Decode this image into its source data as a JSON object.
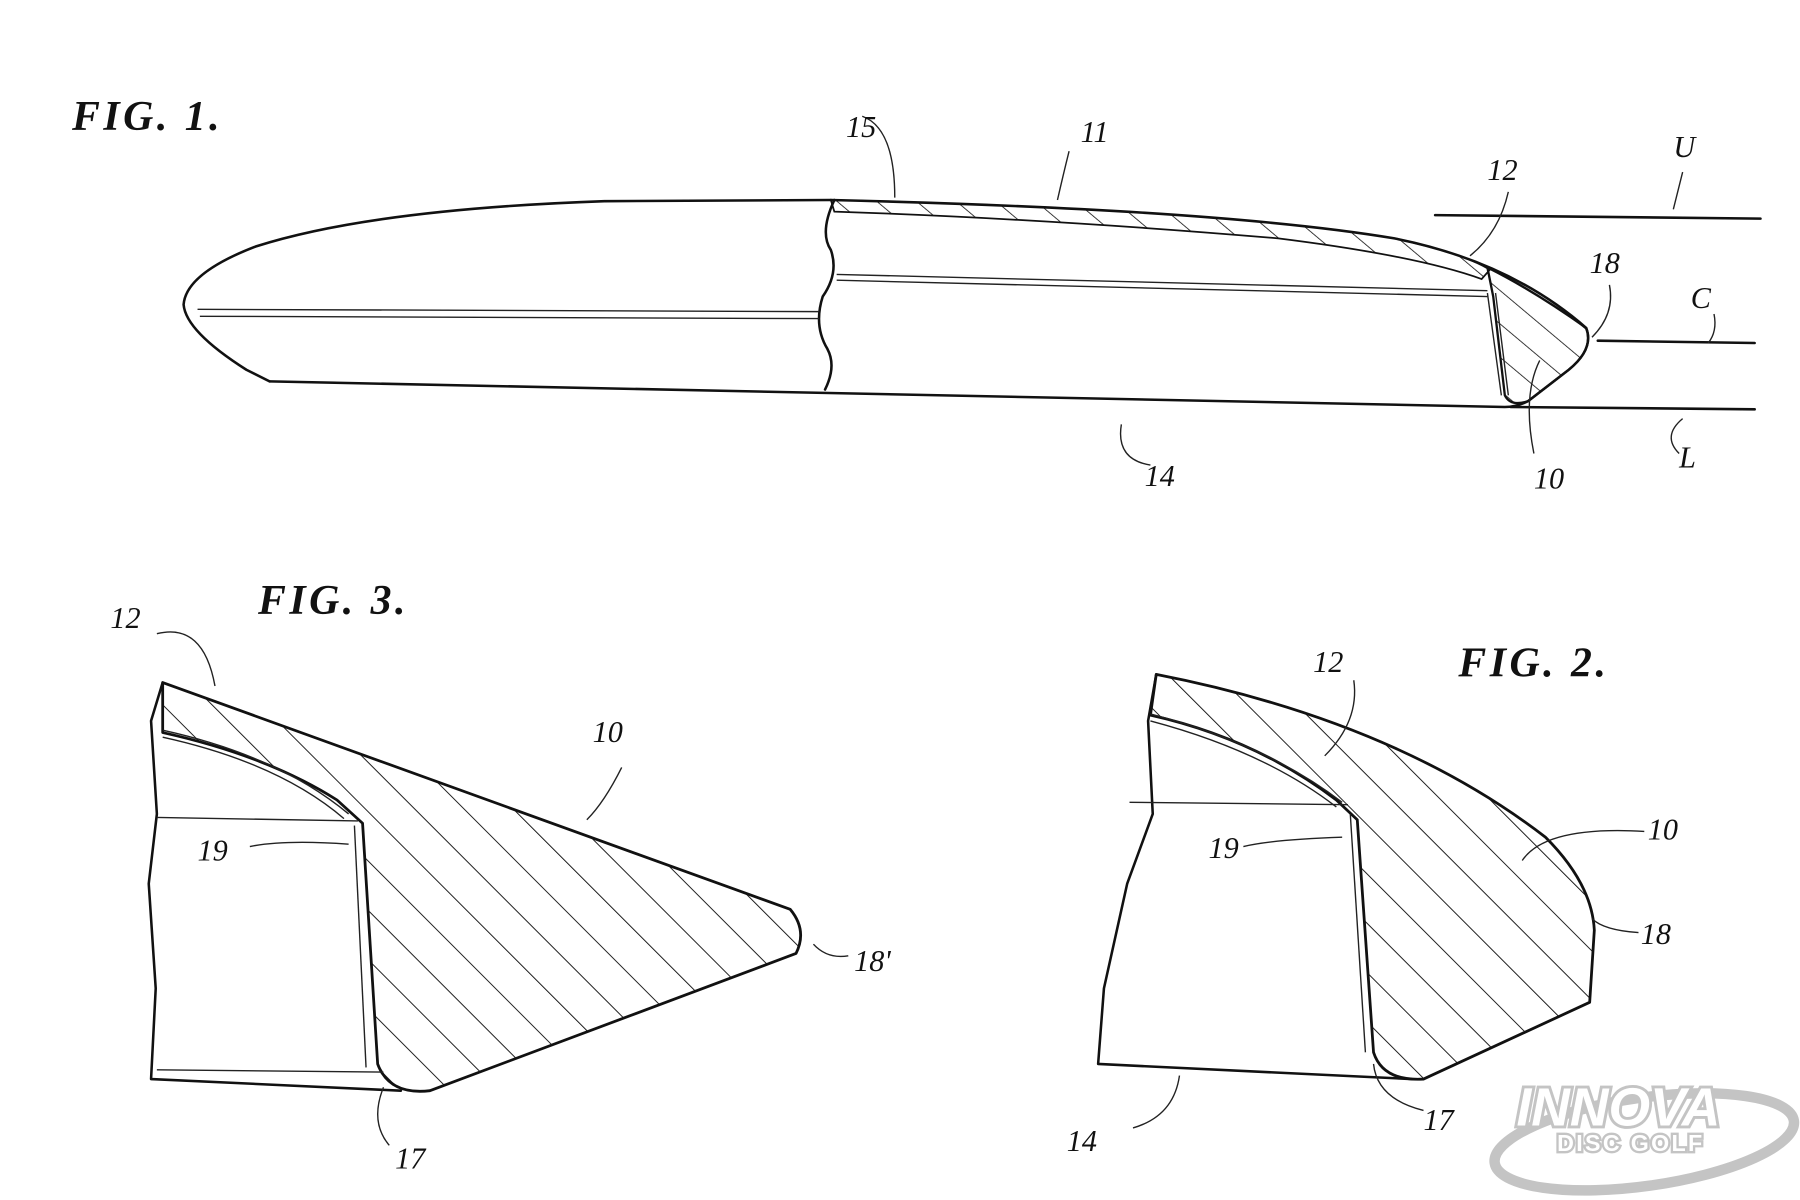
{
  "figures": {
    "fig1": {
      "title": "FIG. 1.",
      "labels": {
        "l15": "15",
        "l11": "11",
        "l12": "12",
        "lU": "U",
        "l18": "18",
        "lC": "C",
        "l14": "14",
        "l10": "10",
        "lL": "L"
      }
    },
    "fig3": {
      "title": "FIG. 3.",
      "labels": {
        "l12": "12",
        "l10": "10",
        "l19": "19",
        "l18p": "18'",
        "l17": "17"
      }
    },
    "fig2": {
      "title": "FIG. 2.",
      "labels": {
        "l12": "12",
        "l10": "10",
        "l19": "19",
        "l18": "18",
        "l14": "14",
        "l17": "17"
      }
    }
  },
  "watermark": {
    "brand": "INNOVA",
    "sub": "DISC GOLF",
    "registered": "®"
  },
  "colors": {
    "ink": "#111111",
    "watermark": "#c4c4c4"
  }
}
